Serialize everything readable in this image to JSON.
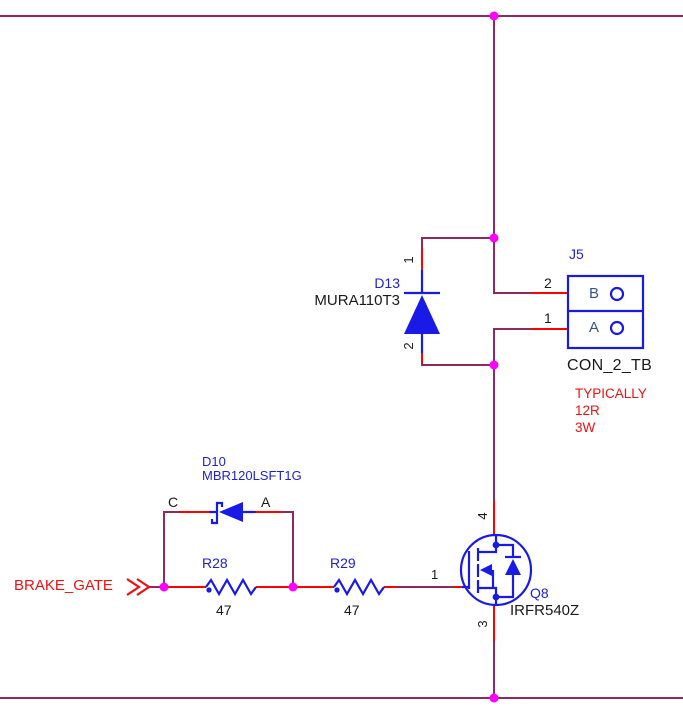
{
  "colors": {
    "wire": "#8e2a5f",
    "junction_dot": "#ff00ff",
    "pin_stub": "#ff0000",
    "symbol_blue": "#1a1ae6",
    "refdes_blue": "#2222cc",
    "value_black": "#1a1a1a",
    "net_label_red": "#ee1111",
    "note_red": "#ee1111",
    "connector_letter": "#33548c",
    "background": "#ffffff"
  },
  "net_labels": {
    "brake_gate": "BRAKE_GATE"
  },
  "notes": {
    "line1": "TYPICALLY",
    "line2": "12R",
    "line3": "3W"
  },
  "components": {
    "d13": {
      "ref": "D13",
      "value": "MURA110T3",
      "pin1": "1",
      "pin2": "2"
    },
    "d10": {
      "ref": "D10",
      "value": "MBR120LSFT1G",
      "cathode_label": "C",
      "anode_label": "A"
    },
    "r28": {
      "ref": "R28",
      "value": "47"
    },
    "r29": {
      "ref": "R29",
      "value": "47"
    },
    "q8": {
      "ref": "Q8",
      "value": "IRFR540Z",
      "pin_drain": "4",
      "pin_source": "3",
      "pin_gate": "1"
    },
    "j5": {
      "ref": "J5",
      "value": "CON_2_TB",
      "pin_top": "2",
      "pin_bottom": "1",
      "row_top": "B",
      "row_bottom": "A"
    }
  }
}
